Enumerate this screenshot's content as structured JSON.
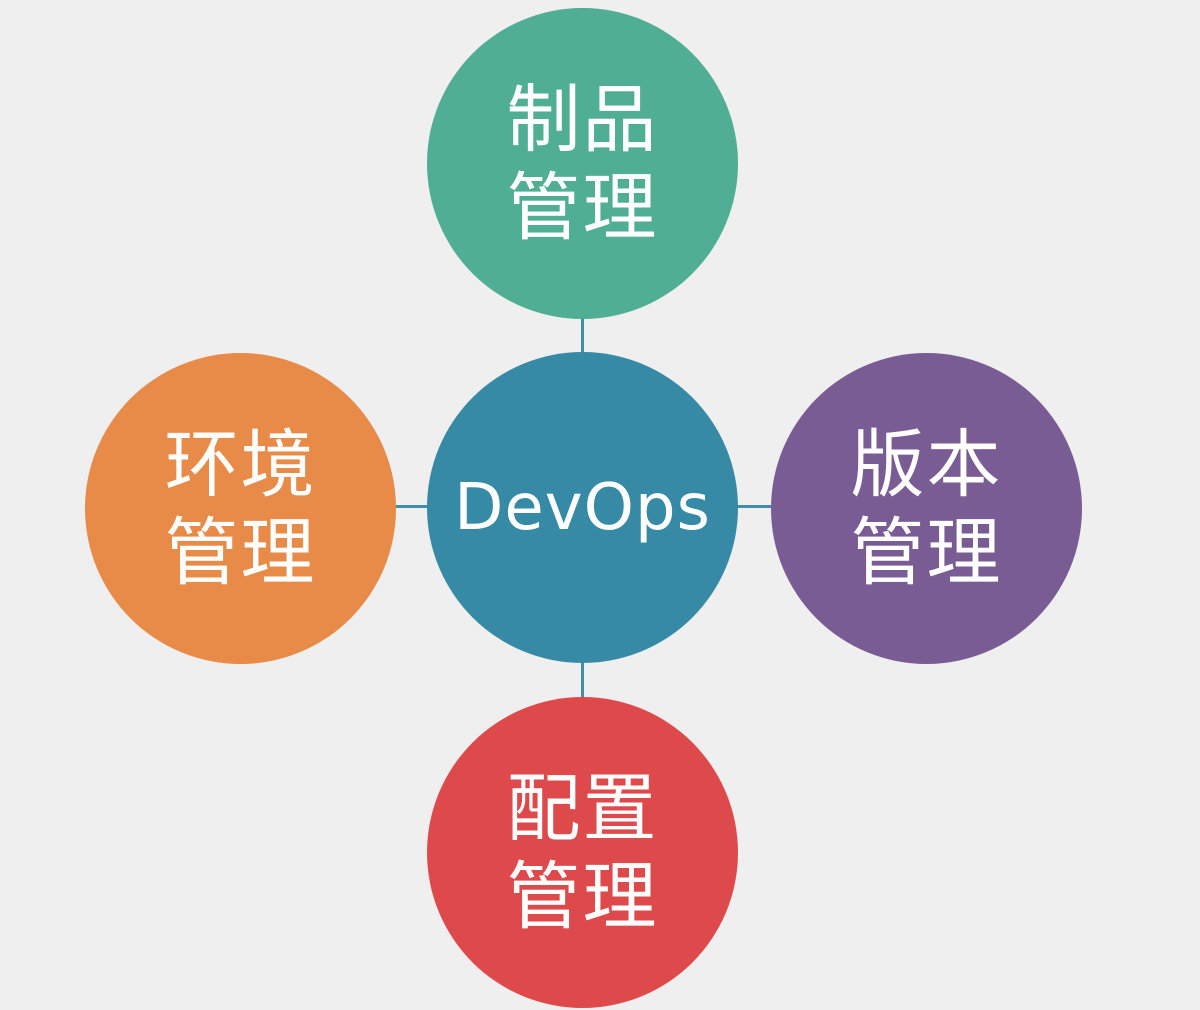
{
  "center": {
    "label": "DevOps",
    "color": "#378aa6"
  },
  "nodes": {
    "top": {
      "line1": "制品",
      "line2": "管理",
      "color": "#4fae93"
    },
    "left": {
      "line1": "环境",
      "line2": "管理",
      "color": "#e88a48"
    },
    "right": {
      "line1": "版本",
      "line2": "管理",
      "color": "#7a5c95"
    },
    "bottom": {
      "line1": "配置",
      "line2": "管理",
      "color": "#de4a4b"
    }
  },
  "connector_color": "#3f8fa8",
  "background_color": "#efefef"
}
